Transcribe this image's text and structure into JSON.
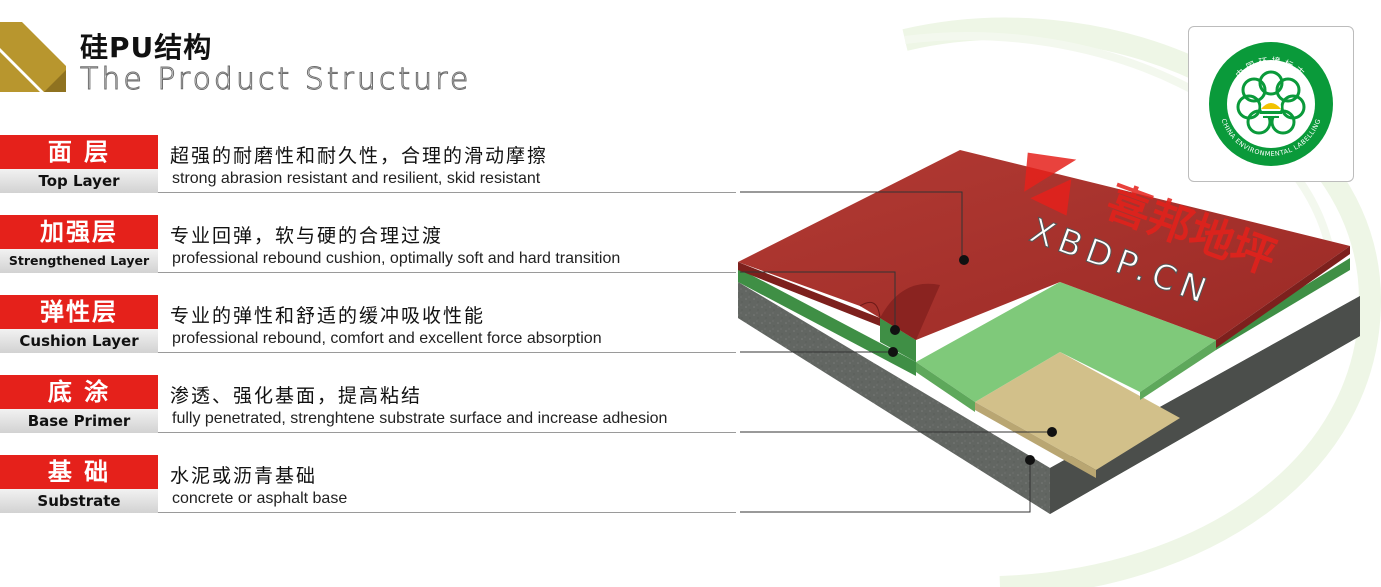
{
  "header": {
    "title_cn": "硅PU结构",
    "title_en": "The Product Structure"
  },
  "layers": [
    {
      "name_cn": "面  层",
      "name_en": "Top Layer",
      "desc_cn": "超强的耐磨性和耐久性，合理的滑动摩擦",
      "desc_en": "strong abrasion resistant and resilient, skid resistant"
    },
    {
      "name_cn": "加强层",
      "name_en": "Strengthened Layer",
      "desc_cn": "专业回弹，软与硬的合理过渡",
      "desc_en": "professional rebound cushion, optimally soft and hard transition"
    },
    {
      "name_cn": "弹性层",
      "name_en": "Cushion Layer",
      "desc_cn": "专业的弹性和舒适的缓冲吸收性能",
      "desc_en": "professional rebound, comfort and excellent force absorption"
    },
    {
      "name_cn": "底  涂",
      "name_en": "Base Primer",
      "desc_cn": "渗透、强化基面，提高粘结",
      "desc_en": "fully penetrated, strenghtene substrate surface and increase adhesion"
    },
    {
      "name_cn": "基  础",
      "name_en": "Substrate",
      "desc_cn": "水泥或沥青基础",
      "desc_en": "concrete or asphalt base"
    }
  ],
  "watermark": {
    "brand_cn": "喜邦地坪",
    "brand_url": "XBDP.CN"
  },
  "badge": {
    "text_cn": "中国环境标志",
    "text_en": "CHINA ENVIRONMENTAL LABELLING"
  },
  "colors": {
    "accent_red": "#e5211b",
    "top_layer": "#a52a2a",
    "strengthened_layer": "#3f8f45",
    "cushion_layer": "#7fc97a",
    "primer_layer": "#d2c08a",
    "substrate": "#5a5d5a",
    "logo_gold": "#b8962e",
    "badge_green": "#0a9a3a"
  }
}
